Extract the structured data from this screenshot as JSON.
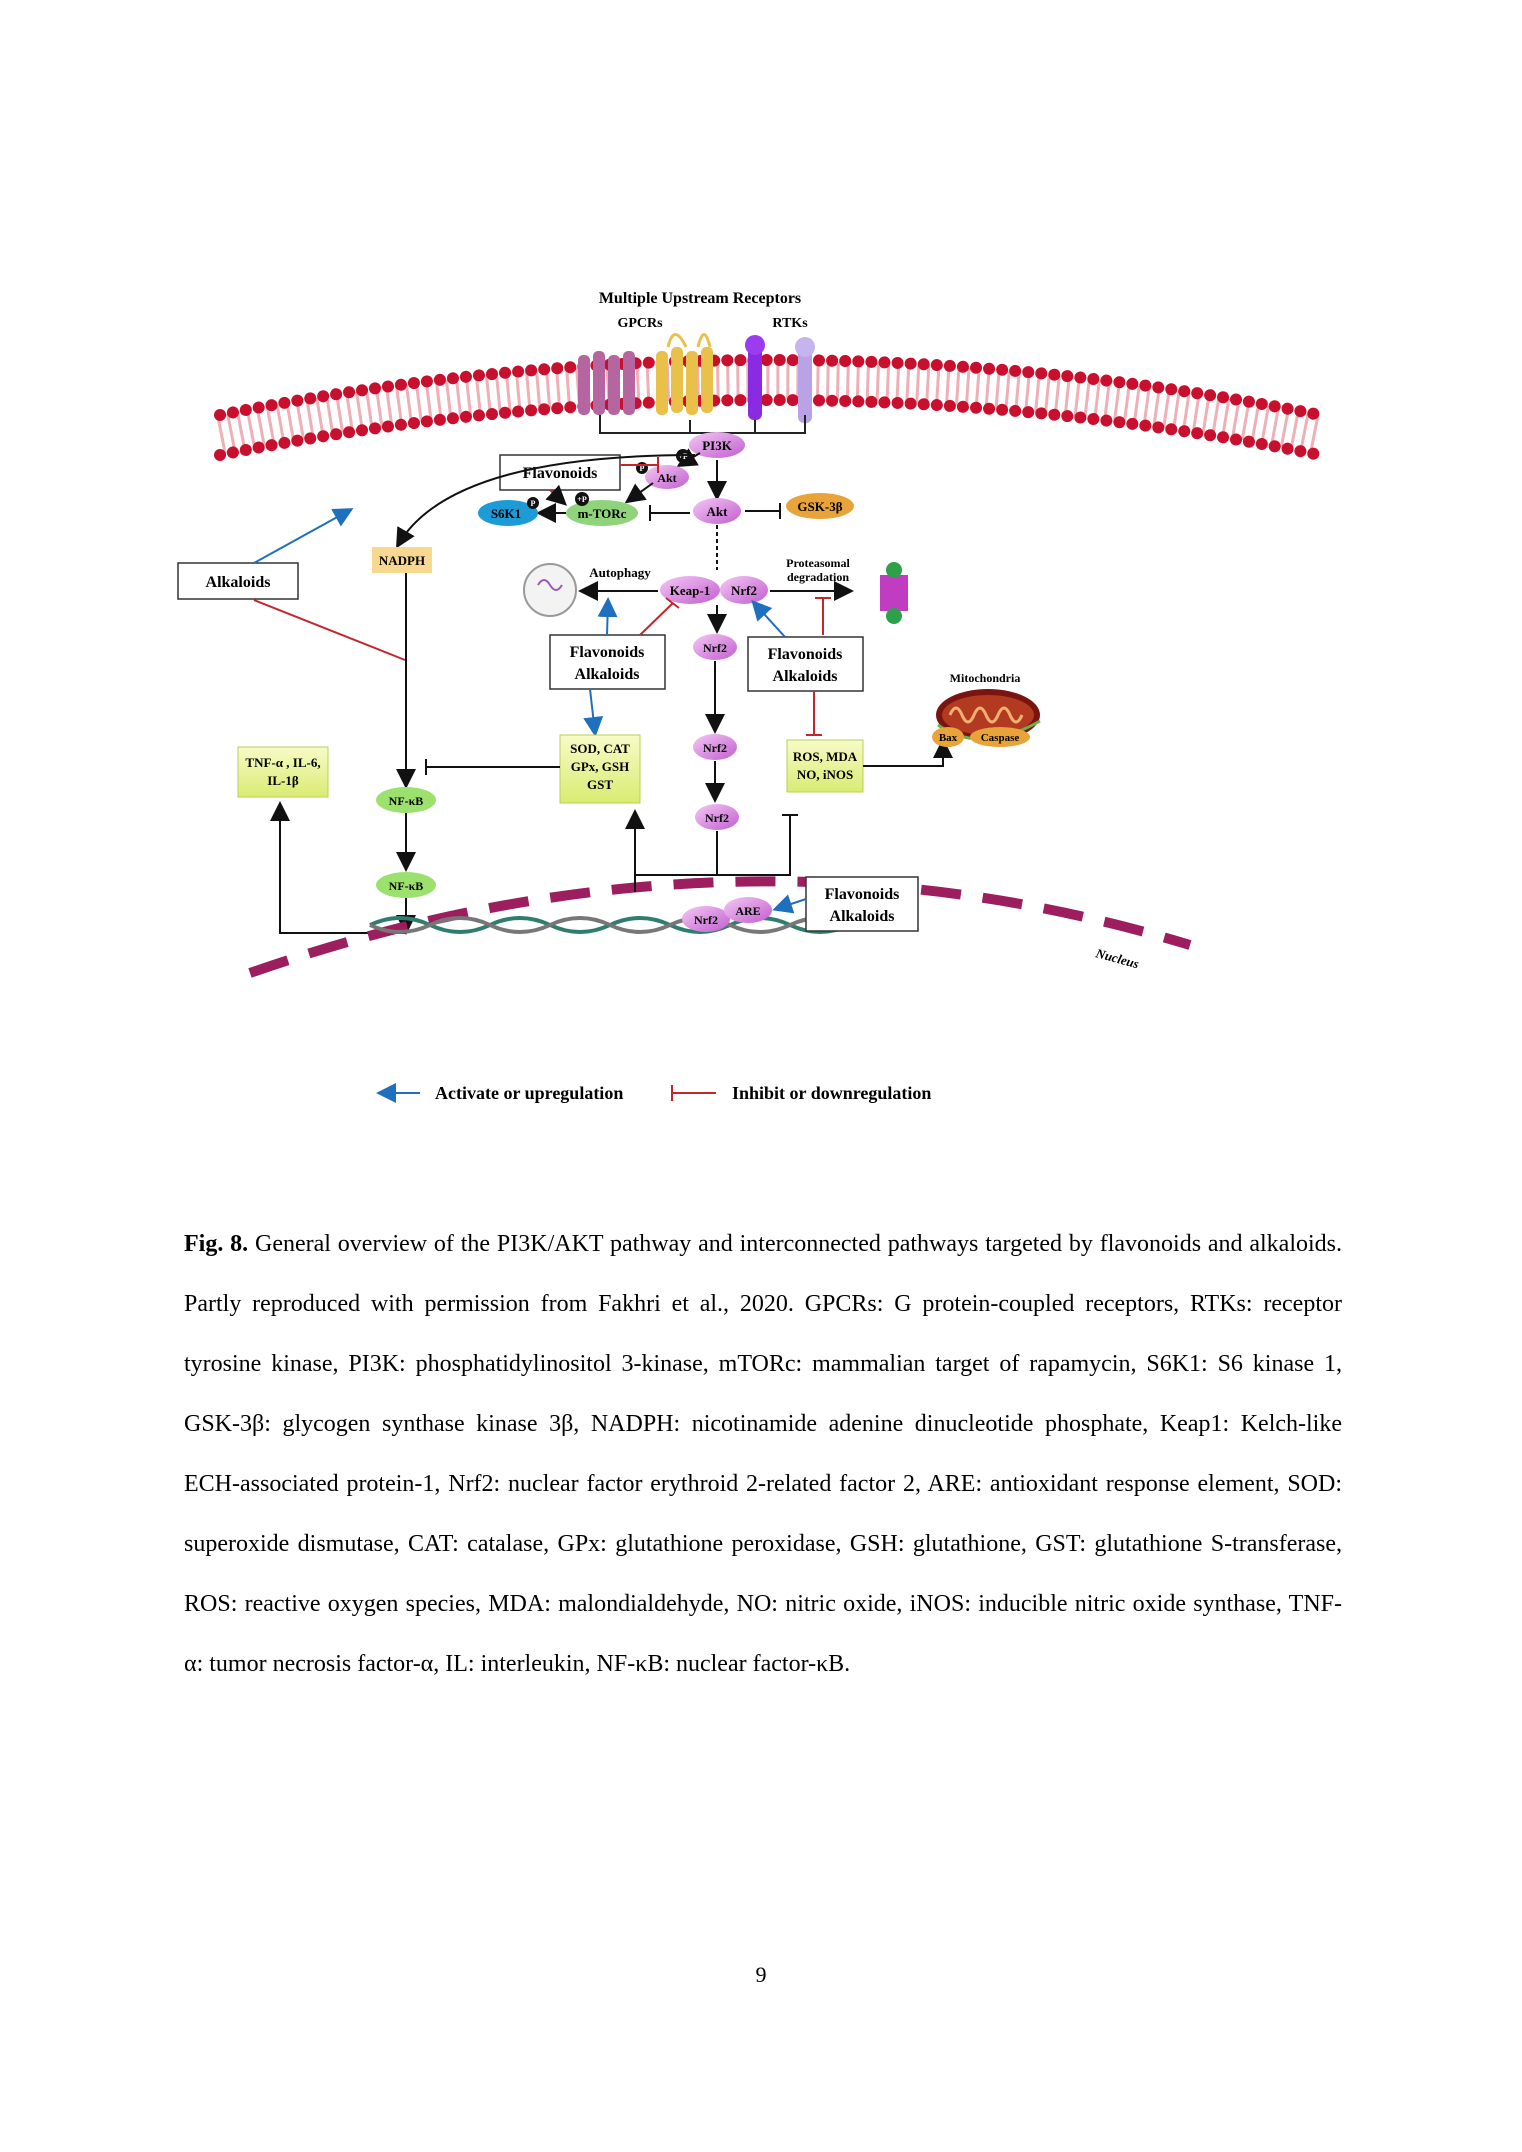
{
  "figure": {
    "upstream_title": "Multiple Upstream Receptors",
    "gpcrs": "GPCRs",
    "rtks": "RTKs",
    "pi3k": "PI3K",
    "akt": "Akt",
    "akt_p": "Akt",
    "p": "P",
    "plus_p": "+P",
    "mtorc": "m-TORc",
    "s6k1": "S6K1",
    "gsk3b": "GSK-3β",
    "nadph": "NADPH",
    "autophagy": "Autophagy",
    "keap1": "Keap-1",
    "nrf2": "Nrf2",
    "proteasomal": "Proteasomal",
    "degradation": "degradation",
    "flavonoids": "Flavonoids",
    "alkaloids": "Alkaloids",
    "nfkb": "NF-κB",
    "tnf": "TNF-α , IL-6,",
    "il1b": "IL-1β",
    "sod_line1": "SOD, CAT",
    "sod_line2": "GPx, GSH",
    "sod_line3": "GST",
    "ros_line1": "ROS, MDA",
    "ros_line2": "NO, iNOS",
    "mitochondria": "Mitochondria",
    "bax": "Bax",
    "caspase": "Caspase",
    "are": "ARE",
    "nucleus": "Nucleus",
    "legend_activate": "Activate or upregulation",
    "legend_inhibit": "Inhibit or downregulation",
    "colors": {
      "activate": "#1f6fbf",
      "inhibit": "#c0282d",
      "membrane": "#c8102e"
    }
  },
  "caption": {
    "label": "Fig. 8.",
    "text": "General overview of the PI3K/AKT pathway and interconnected pathways targeted by flavonoids and alkaloids. Partly reproduced with permission from Fakhri et al., 2020. GPCRs: G protein-coupled receptors, RTKs: receptor tyrosine kinase, PI3K: phosphatidylinositol 3-kinase, mTORc: mammalian target of rapamycin, S6K1: S6 kinase 1, GSK-3β: glycogen synthase kinase 3β, NADPH: nicotinamide adenine dinucleotide phosphate, Keap1: Kelch-like ECH-associated protein-1, Nrf2: nuclear factor erythroid 2-related factor 2, ARE: antioxidant response element, SOD: superoxide dismutase, CAT: catalase, GPx: glutathione peroxidase, GSH: glutathione, GST: glutathione S-transferase, ROS: reactive oxygen species, MDA: malondialdehyde, NO: nitric oxide, iNOS: inducible nitric oxide synthase, TNF-α: tumor necrosis factor-α, IL: interleukin, NF-κB: nuclear factor-κB."
  },
  "page_number": "9"
}
